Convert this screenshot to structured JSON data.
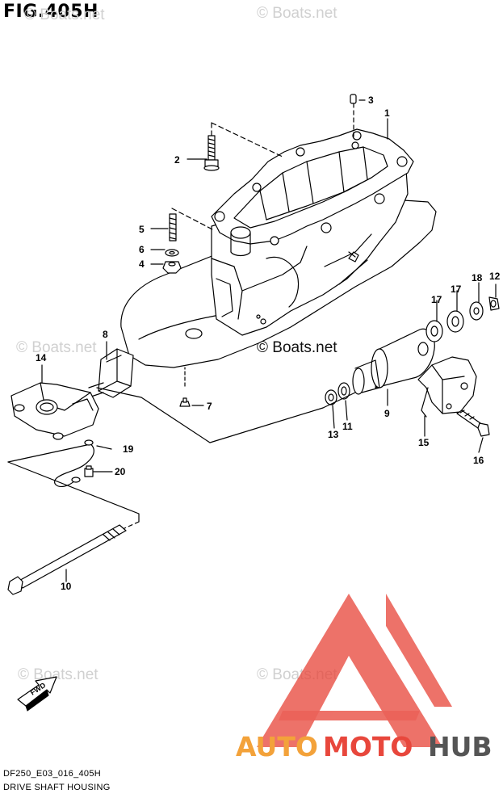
{
  "figure": {
    "title": "FIG.405H",
    "model_code": "DF250_E03_016_405H",
    "caption": "DRIVE SHAFT HOUSING"
  },
  "watermarks": {
    "site": "© Boats.net",
    "logo_word_left": "AUTO",
    "logo_word_mid": "MOTO",
    "logo_word_right": "HUB",
    "logo_color_primary": "#e8473c",
    "logo_color_secondary": "#f3a23a",
    "logo_color_dark": "#555555"
  },
  "callouts": {
    "p1": "1",
    "p2": "2",
    "p3": "3",
    "p4": "4",
    "p5": "5",
    "p6": "6",
    "p7": "7",
    "p8": "8",
    "p9": "9",
    "p10": "10",
    "p11": "11",
    "p12": "12",
    "p13": "13",
    "p14": "14",
    "p15": "15",
    "p16": "16",
    "p17a": "17",
    "p17b": "17",
    "p18": "18",
    "p19": "19",
    "p20": "20"
  },
  "direction_label": "FWD"
}
